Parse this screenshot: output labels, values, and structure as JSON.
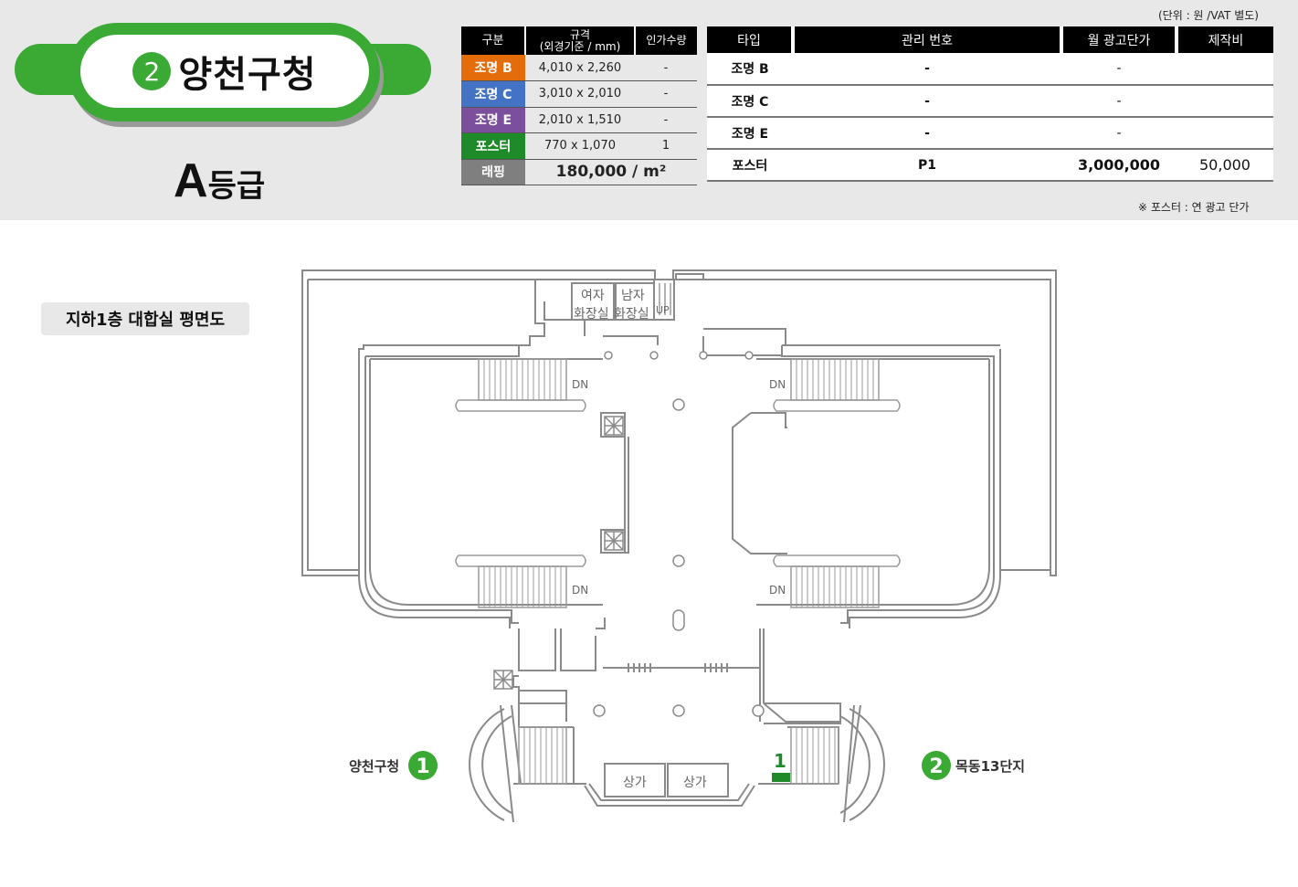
{
  "unit_note": "(단위 : 원 /VAT 별도)",
  "station": {
    "number": "2",
    "name": "양천구청",
    "grade_letter": "A",
    "grade_suffix": "등급"
  },
  "spec_table": {
    "headers": {
      "category": "구분",
      "size_line1": "규격",
      "size_line2": "(외경기준 / mm)",
      "print_qty": "인가수량"
    },
    "rows": [
      {
        "type": "조명 B",
        "size": "4,010 x 2,260",
        "qty": "-"
      },
      {
        "type": "조명 C",
        "size": "3,010 x 2,010",
        "qty": "-"
      },
      {
        "type": "조명 E",
        "size": "2,010 x 1,510",
        "qty": "-"
      },
      {
        "type": "포스터",
        "size": "770 x 1,070",
        "qty": "1"
      }
    ],
    "wrapping": {
      "label": "래핑",
      "price": "180,000 / m²"
    }
  },
  "price_table": {
    "headers": [
      "타입",
      "관리 번호",
      "월 광고단가",
      "제작비"
    ],
    "rows": [
      {
        "type": "조명 B",
        "mgmt": "-",
        "price": "-",
        "production": ""
      },
      {
        "type": "조명 C",
        "mgmt": "-",
        "price": "-",
        "production": ""
      },
      {
        "type": "조명 E",
        "mgmt": "-",
        "price": "-",
        "production": ""
      },
      {
        "type": "포스터",
        "mgmt": "P1",
        "price": "3,000,000",
        "production": "50,000"
      }
    ]
  },
  "poster_note": "※ 포스터 : 연 광고 단가",
  "floor_plan": {
    "title": "지하1층 대합실 평면도",
    "women_restroom": [
      "여자",
      "화장실"
    ],
    "men_restroom": [
      "남자",
      "화장실"
    ],
    "up": "UP",
    "dn": "DN",
    "shop": "상가",
    "exit1": {
      "number": "1",
      "label": "양천구청"
    },
    "exit2": {
      "number": "2",
      "label": "목동13단지"
    },
    "ad_marker": "1"
  },
  "colors": {
    "brand_green": "#3aaa35",
    "lighting_b": "#e46c0a",
    "lighting_c": "#4472c4",
    "lighting_e": "#7b4f9c",
    "poster": "#1e8a2a",
    "price_red": "#e00000"
  }
}
